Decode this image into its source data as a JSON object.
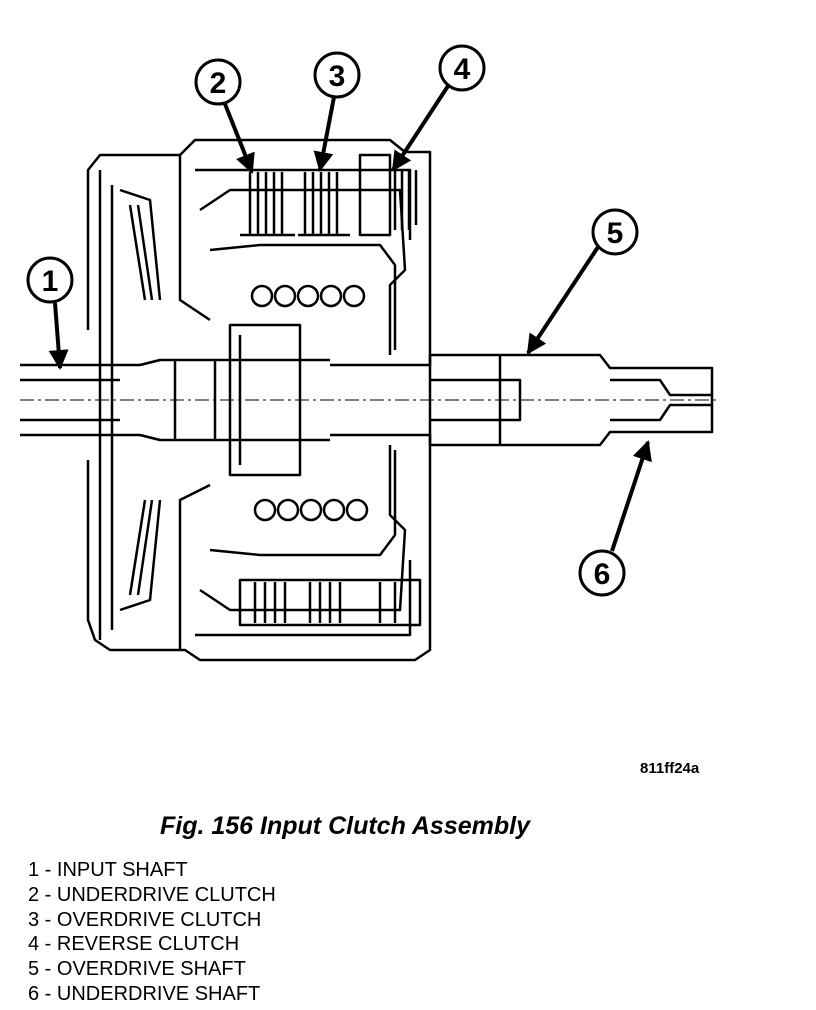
{
  "figure": {
    "code": "811ff24a",
    "title": "Fig. 156 Input Clutch Assembly"
  },
  "callouts": [
    {
      "number": "1",
      "label": "INPUT SHAFT"
    },
    {
      "number": "2",
      "label": "UNDERDRIVE CLUTCH"
    },
    {
      "number": "3",
      "label": "OVERDRIVE CLUTCH"
    },
    {
      "number": "4",
      "label": "REVERSE CLUTCH"
    },
    {
      "number": "5",
      "label": "OVERDRIVE SHAFT"
    },
    {
      "number": "6",
      "label": "UNDERDRIVE SHAFT"
    }
  ],
  "legend_items": [
    "1 - INPUT SHAFT",
    "2 - UNDERDRIVE CLUTCH",
    "3 - OVERDRIVE CLUTCH",
    "4 - REVERSE CLUTCH",
    "5 - OVERDRIVE SHAFT",
    "6 - UNDERDRIVE SHAFT"
  ]
}
